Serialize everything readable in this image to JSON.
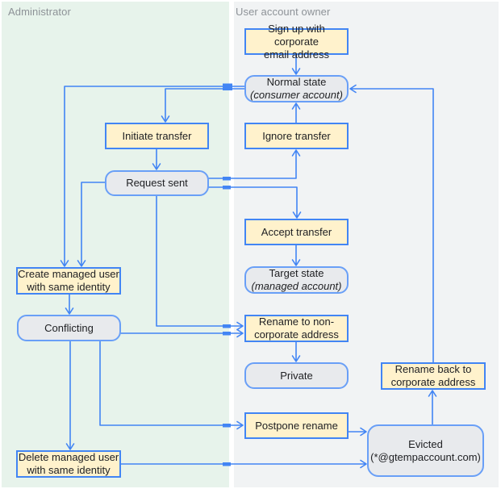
{
  "lanes": [
    {
      "label": "Administrator"
    },
    {
      "label": "User account owner"
    }
  ],
  "nodes": {
    "signup": {
      "label": "Sign up with corporate\nemail address"
    },
    "normal": {
      "title": "Normal state",
      "subtitle": "(consumer account)"
    },
    "initiate": {
      "label": "Initiate transfer"
    },
    "ignore": {
      "label": "Ignore transfer"
    },
    "request": {
      "label": "Request sent"
    },
    "accept": {
      "label": "Accept transfer"
    },
    "target": {
      "title": "Target state",
      "subtitle": "(managed account)"
    },
    "create": {
      "label": "Create managed user\nwith same identity"
    },
    "conflicting": {
      "label": "Conflicting"
    },
    "rename_non": {
      "label": "Rename to non-\ncorporate address"
    },
    "private": {
      "label": "Private"
    },
    "rename_back": {
      "label": "Rename back to\ncorporate address"
    },
    "postpone": {
      "label": "Postpone rename"
    },
    "evicted": {
      "title": "Evicted",
      "subtitle": "(*@gtempaccount.com)"
    },
    "delete": {
      "label": "Delete managed user\nwith same identity"
    }
  },
  "colors": {
    "arrow": "#4285f4",
    "action_fill": "#fff2cc",
    "action_border": "#4285f4",
    "state_fill": "#e8eaed",
    "state_border": "#699ff7",
    "lane_admin_bg": "#e7f3eb",
    "lane_owner_bg": "#f1f3f4",
    "lane_label_text": "#8d9297"
  }
}
